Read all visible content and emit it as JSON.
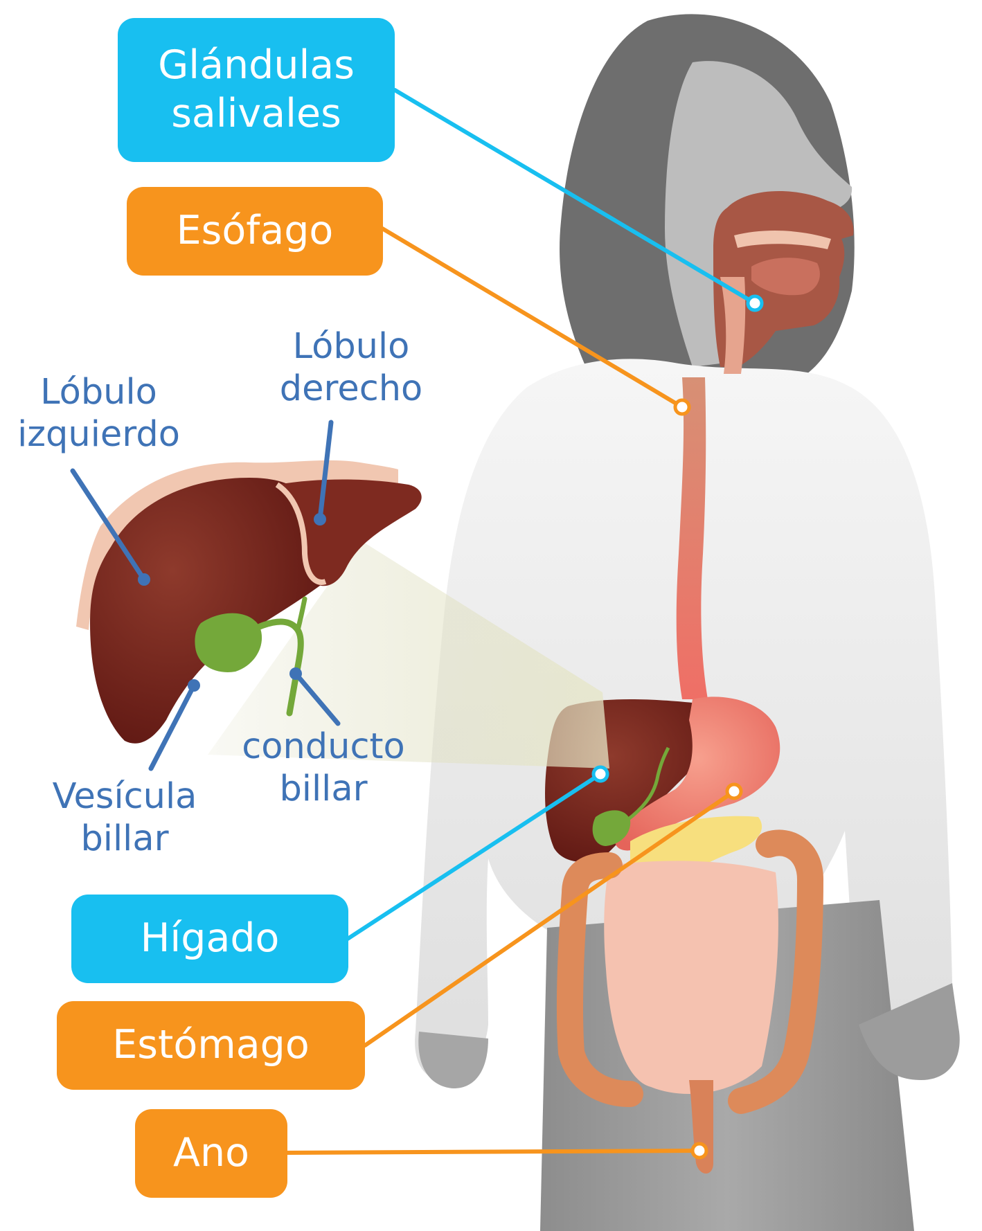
{
  "labels": {
    "salivary": {
      "line1": "Glándulas",
      "line2": "salivales",
      "color": "#18bff0"
    },
    "esophagus": {
      "text": "Esófago",
      "color": "#f7941d"
    },
    "liver": {
      "text": "Hígado",
      "color": "#18bff0"
    },
    "stomach": {
      "text": "Estómago",
      "color": "#f7941d"
    },
    "anus": {
      "text": "Ano",
      "color": "#f7941d"
    }
  },
  "liver_detail": {
    "left_lobe": {
      "line1": "Lóbulo",
      "line2": "izquierdo"
    },
    "right_lobe": {
      "line1": "Lóbulo",
      "line2": "derecho"
    },
    "gallbladder": {
      "line1": "Vesícula",
      "line2": "billar"
    },
    "bile_duct": {
      "line1": "conducto",
      "line2": "billar"
    },
    "color": "#3f73b6"
  },
  "illustration": {
    "subject": "girl-figure",
    "organs": [
      "mouth-cavity",
      "esophagus-tube",
      "liver",
      "gallbladder",
      "stomach",
      "pancreas",
      "large-intestine",
      "small-intestine",
      "rectum"
    ]
  }
}
